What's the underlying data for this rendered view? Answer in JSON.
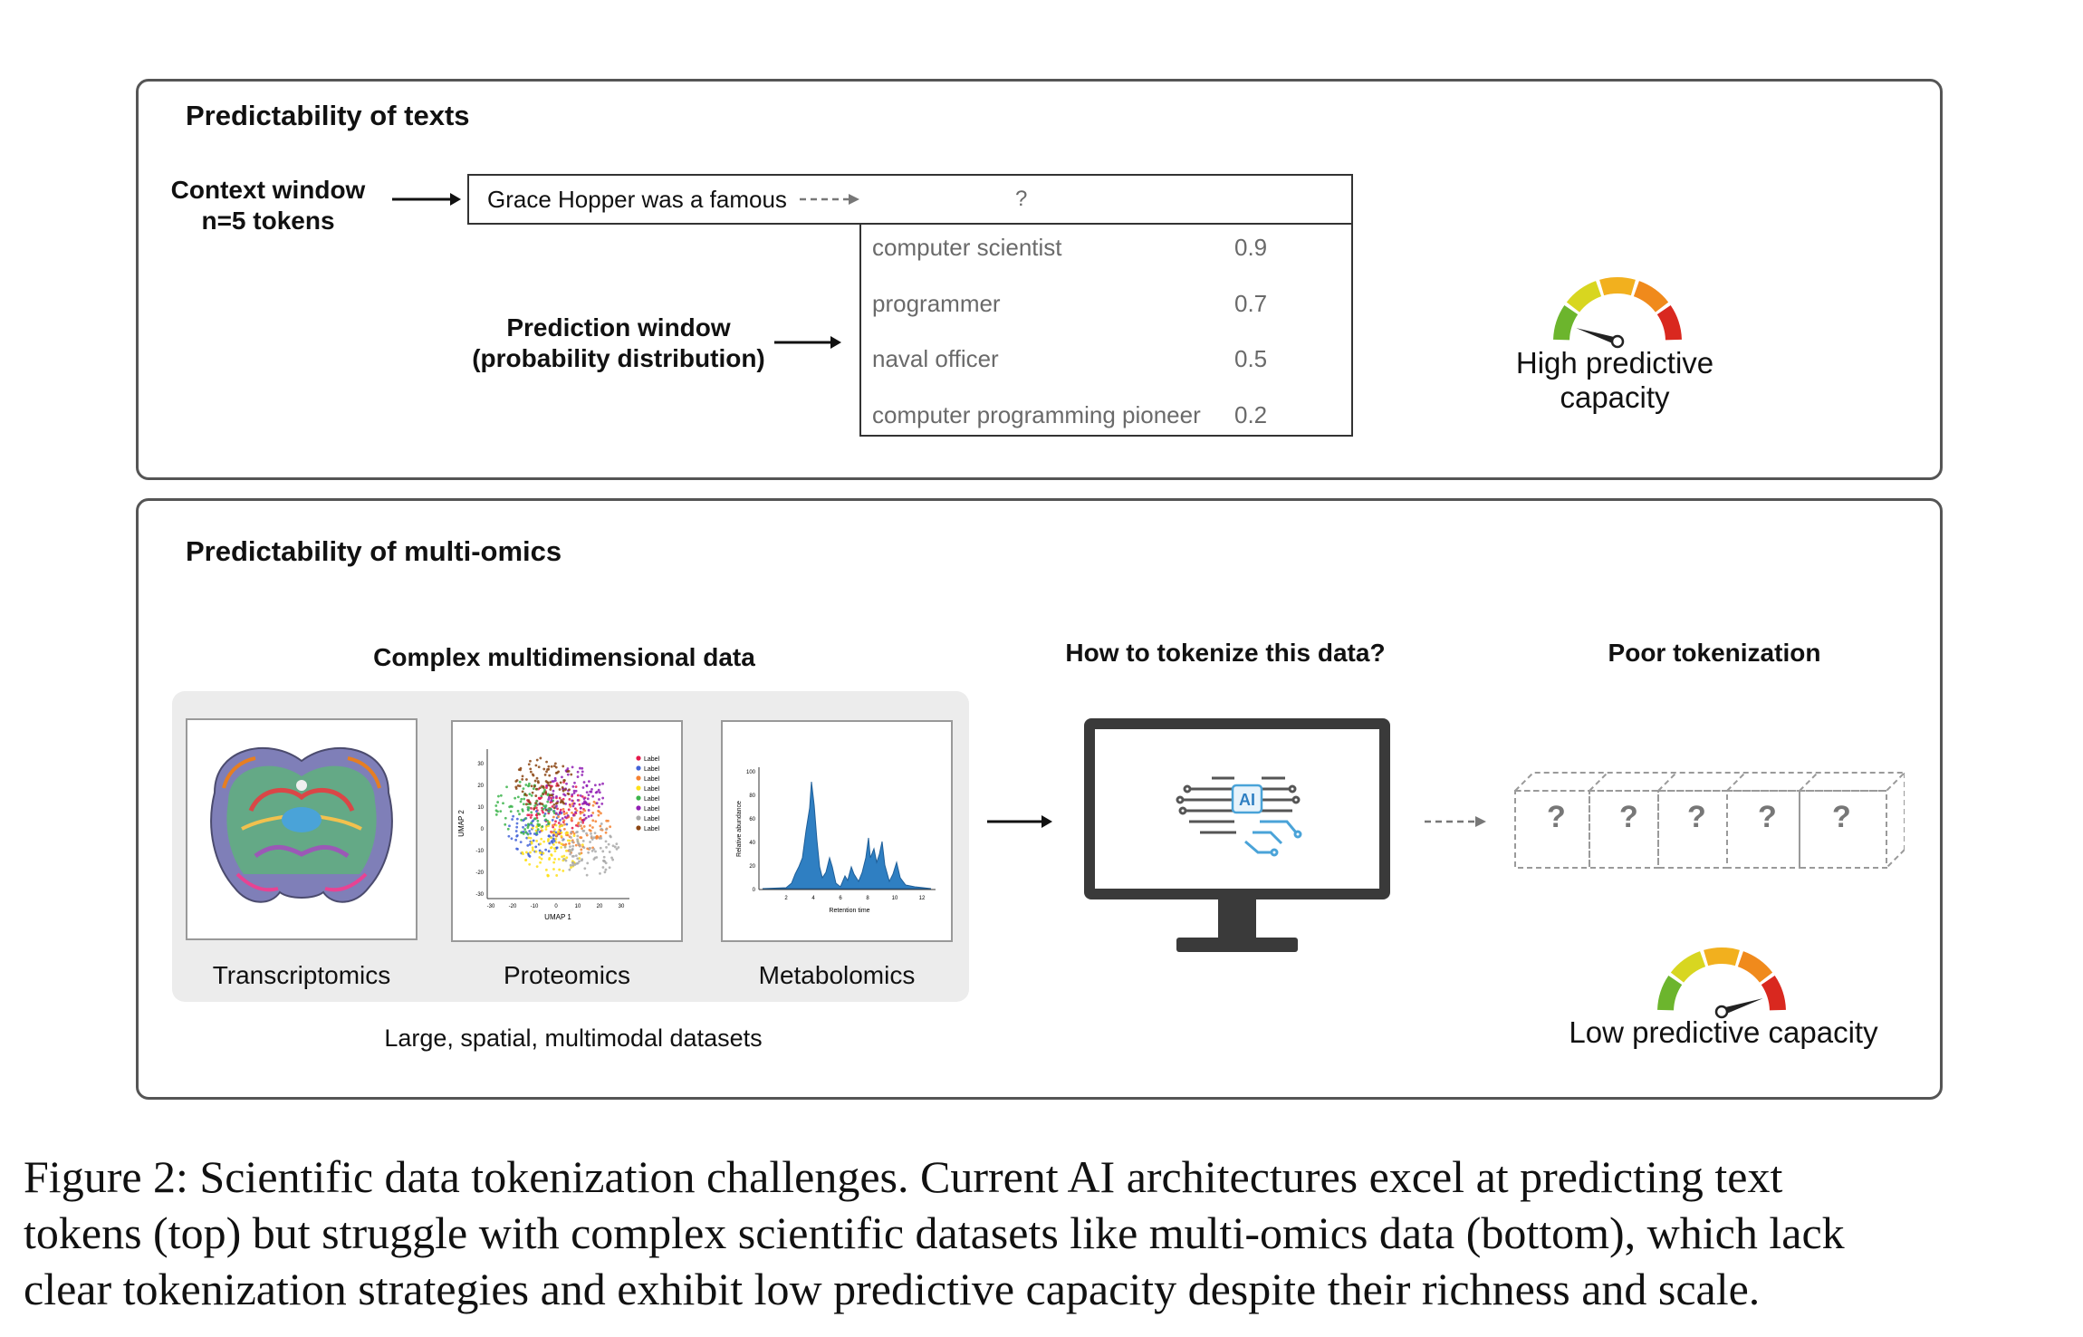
{
  "top_panel": {
    "title": "Predictability of texts",
    "context_label": [
      "Context window",
      "n=5 tokens"
    ],
    "input_text": "Grace Hopper was a famous",
    "unknown_token": "?",
    "prediction_label": [
      "Prediction window",
      "(probability distribution)"
    ],
    "predictions": [
      {
        "token": "computer scientist",
        "prob": "0.9"
      },
      {
        "token": "programmer",
        "prob": "0.7"
      },
      {
        "token": "naval officer",
        "prob": "0.5"
      },
      {
        "token": "computer programming pioneer",
        "prob": "0.2"
      }
    ],
    "gauge_label": "High predictive capacity",
    "gauge_level": 0.1
  },
  "bottom_panel": {
    "title": "Predictability of multi-omics",
    "data_heading": "Complex multidimensional data",
    "datasets": [
      {
        "name": "Transcriptomics"
      },
      {
        "name": "Proteomics"
      },
      {
        "name": "Metabolomics"
      }
    ],
    "dataset_caption": "Large, spatial, multimodal datasets",
    "tokenize_heading": "How to tokenize this data?",
    "ai_badge": "AI",
    "poor_heading": "Poor tokenization",
    "unknown_tokens": [
      "?",
      "?",
      "?",
      "?",
      "?"
    ],
    "gauge_label": "Low predictive capacity",
    "gauge_level": 0.9,
    "proteomics_plot": {
      "ylabel": "UMAP 2",
      "xlabel": "UMAP 1",
      "ticks": [
        "-30",
        "-20",
        "-10",
        "0",
        "10",
        "20",
        "30"
      ],
      "legend": [
        "Label",
        "Label",
        "Label",
        "Label",
        "Label",
        "Label",
        "Label",
        "Label"
      ]
    },
    "metabolomics_plot": {
      "ylabel": "Relative abundance",
      "xlabel": "Retention time",
      "yticks": [
        "0",
        "20",
        "40",
        "60",
        "80",
        "100"
      ],
      "xticks": [
        "2",
        "4",
        "6",
        "8",
        "10",
        "12"
      ]
    }
  },
  "gauge_colors": [
    "#6cb52d",
    "#d8d620",
    "#f2b01e",
    "#f08a1c",
    "#d9281f"
  ],
  "caption": [
    "Figure 2: Scientific data tokenization challenges. Current AI architectures excel at predicting text",
    "tokens (top) but struggle with complex scientific datasets like multi-omics data (bottom), which lack",
    "clear tokenization strategies and exhibit low predictive capacity despite their richness and scale."
  ]
}
